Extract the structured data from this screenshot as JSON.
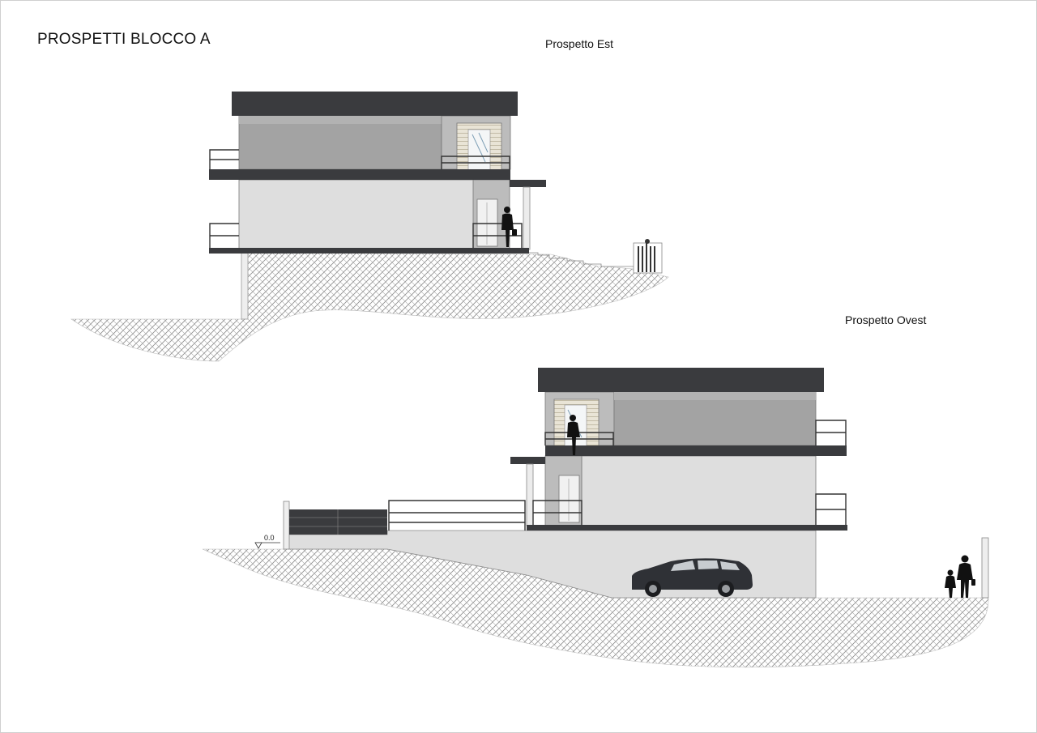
{
  "sheet": {
    "title": "PROSPETTI BLOCCO A"
  },
  "views": {
    "east": {
      "label": "Prospetto Est"
    },
    "west": {
      "label": "Prospetto Ovest"
    }
  },
  "annotations": {
    "level_marker": "0.0"
  },
  "colors": {
    "roof": "#3a3b3e",
    "upper_wall": "#a3a3a3",
    "lower_wall": "#dedede",
    "slab": "#3a3b3e",
    "ground_hatch": "#8c8c8c",
    "glazing": "#e8e3d6",
    "car": "#2f3136"
  }
}
